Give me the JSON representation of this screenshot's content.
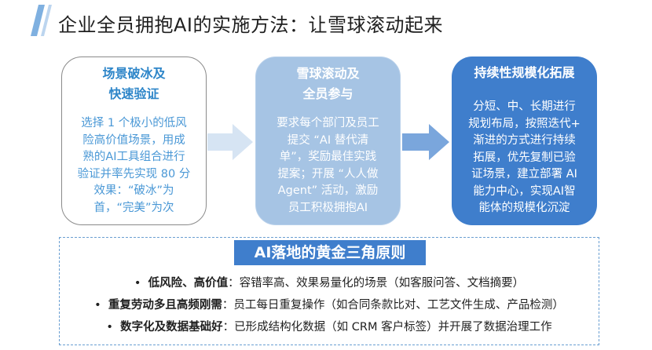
{
  "title": "企业全员拥抱AI的实施方法：让雪球滚动起来",
  "steps": [
    {
      "head_lines": [
        "场景破冰及",
        "快速验证"
      ],
      "body_lines": [
        "选择 1 个极小的低风",
        "险高价值场景，用成",
        "熟的AI工具组合进行",
        "验证并率先实现 80 分",
        "效果：“破冰”为",
        "首，“完美”为次"
      ]
    },
    {
      "head_lines": [
        "雪球滚动及",
        "全员参与"
      ],
      "body_lines": [
        "要求每个部门及员工",
        "提交 “AI 替代清",
        "单”，奖励最佳实践",
        "提案；开展 “人人做",
        "Agent” 活动，激励",
        "员工积极拥抱AI"
      ]
    },
    {
      "head_lines": [
        "持续性规模化拓展"
      ],
      "body_lines": [
        "分短、中、长期进行",
        "规划布局，按照迭代+",
        "渐进的方式进行持续",
        "拓展，优先复制已验",
        "证场景，建立部署 AI",
        "能力中心，实现AI智",
        "能体的规模化沉淀"
      ]
    }
  ],
  "principles": {
    "title": "AI落地的黄金三角原则",
    "bullet": "•",
    "items": [
      {
        "key": "低风险、高价值",
        "text": "：容错率高、效果易量化的场景（如客服问答、文档摘要）"
      },
      {
        "key": "重复劳动多且高频刚需",
        "text": "：员工每日重复操作（如合同条款比对、工艺文件生成、产品检测）"
      },
      {
        "key": "数字化及数据基础好",
        "text": "：已形成结构化数据（如 CRM 客户标签）并开展了数据治理工作"
      }
    ]
  },
  "colors": {
    "accent": "#3f7ecc",
    "light_blue": "#a6c4e4",
    "text_blue": "#4a98d6"
  }
}
